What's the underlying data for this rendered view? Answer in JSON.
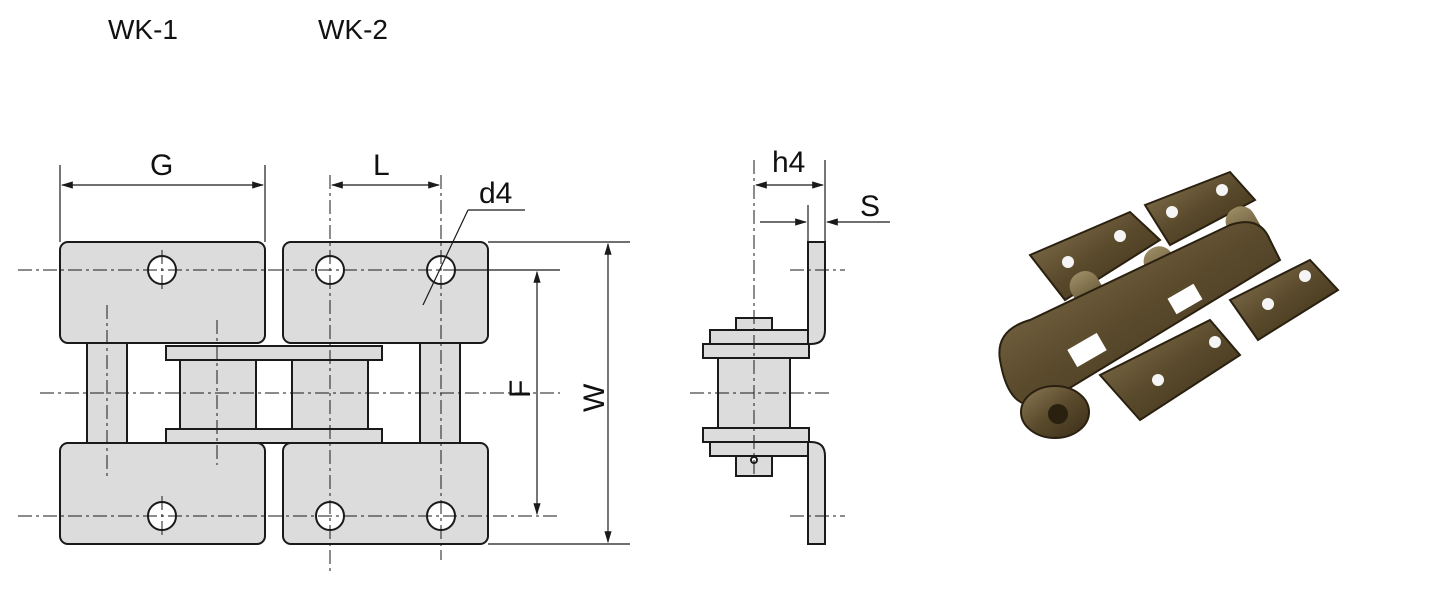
{
  "labels": {
    "wk1": "WK-1",
    "wk2": "WK-2"
  },
  "dimensions": {
    "G": "G",
    "L": "L",
    "d4": "d4",
    "F": "F",
    "W": "W",
    "h4": "h4",
    "S": "S"
  },
  "colors": {
    "part_fill": "#dcdcdc",
    "line": "#1a1a1a",
    "chain_body": "#5a4a2c",
    "chain_highlight": "#8a7a55"
  },
  "photo": {
    "icon": "attachment-chain-photo"
  }
}
